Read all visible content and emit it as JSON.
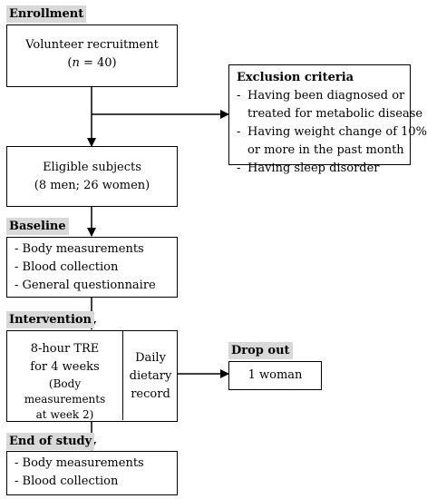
{
  "enrollment": {
    "label": "Enrollment",
    "recruit_line1": "Volunteer recruitment",
    "recruit_line2_pre": "(",
    "recruit_line2_n": "n",
    "recruit_line2_post": " = 40)"
  },
  "exclusion": {
    "title": "Exclusion criteria",
    "items": [
      [
        "- ",
        "Having been diagnosed or"
      ],
      [
        "",
        "treated for metabolic disease"
      ],
      [
        "- ",
        "Having weight change of 10%"
      ],
      [
        "",
        "or more in the past month"
      ],
      [
        "- ",
        "Having sleep disorder"
      ]
    ]
  },
  "eligible": {
    "line1": "Eligible subjects",
    "line2": "(8 men; 26 women)"
  },
  "baseline": {
    "label": "Baseline",
    "items": [
      "- Body measurements",
      "- Blood collection",
      "- General questionnaire"
    ]
  },
  "intervention": {
    "label": "Intervention",
    "tre_line1": "8-hour TRE",
    "tre_line2": "for 4 weeks",
    "tre_line3": "(Body measurements",
    "tre_line4": "at week 2)",
    "record_line1": "Daily",
    "record_line2": "dietary",
    "record_line3": "record"
  },
  "dropout": {
    "label": "Drop out",
    "value": "1 woman"
  },
  "end": {
    "label": "End of study",
    "items": [
      "- Body measurements",
      "- Blood collection"
    ]
  }
}
